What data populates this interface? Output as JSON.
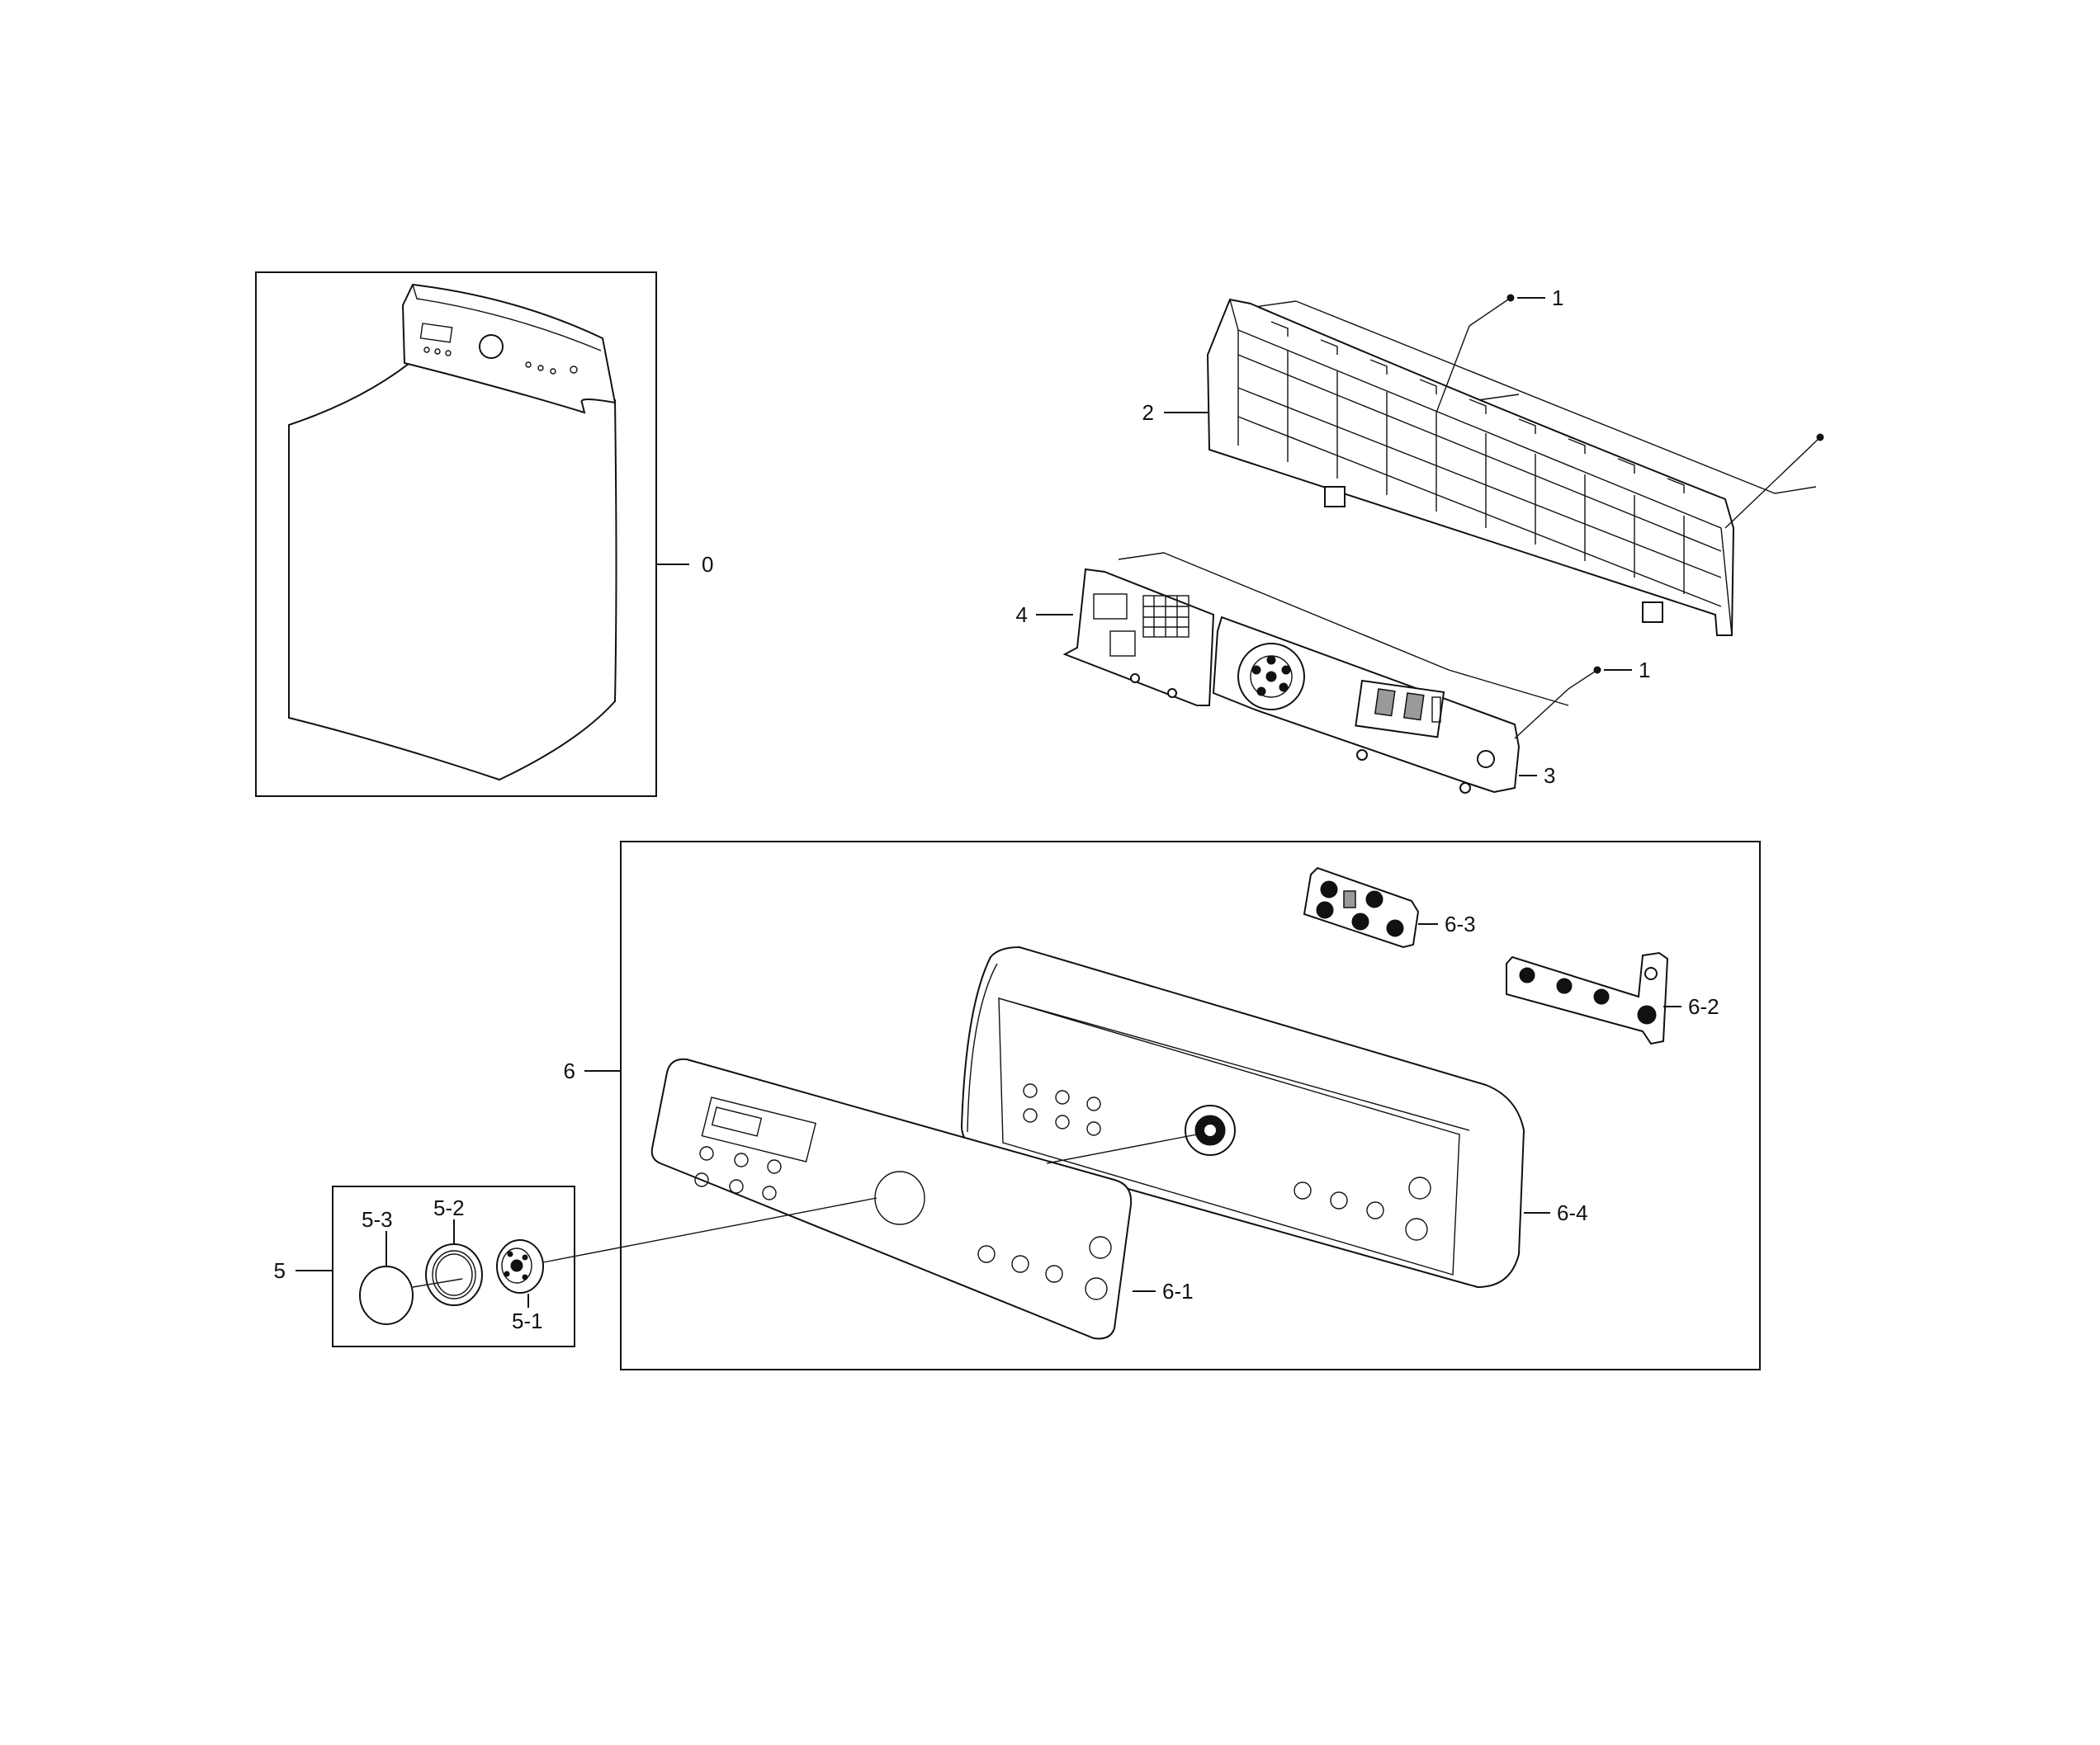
{
  "labels": {
    "washer": "0",
    "screw_top": "1",
    "screw_mid": "1",
    "frame": "2",
    "main_pcb": "3",
    "sub_pcb": "4",
    "knob_assy": "5",
    "knob": "5-1",
    "knob_ring": "5-2",
    "knob_cap": "5-3",
    "panel_assy": "6",
    "window_panel": "6-1",
    "right_pcb": "6-2",
    "left_pcb": "6-3",
    "panel_body": "6-4"
  },
  "colors": {
    "line": "#111111",
    "background": "#ffffff"
  }
}
